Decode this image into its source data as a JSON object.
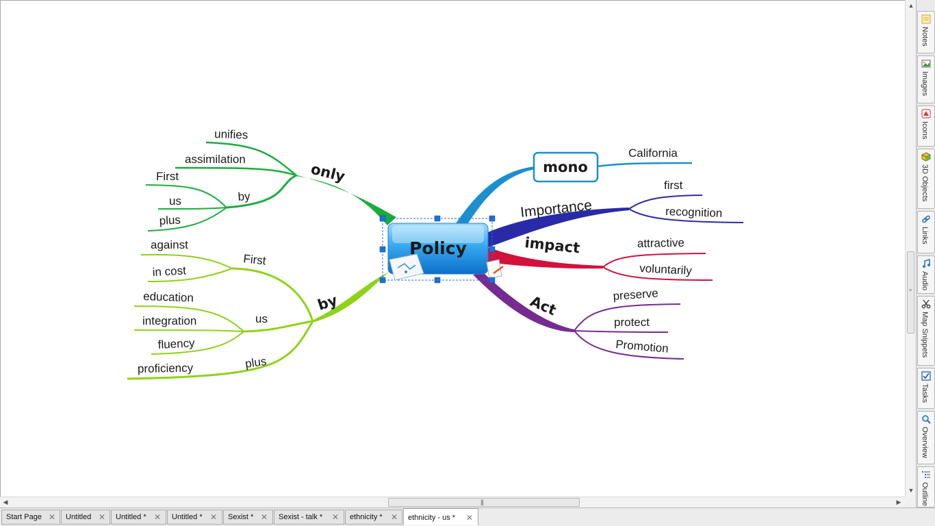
{
  "mindmap": {
    "central": "Policy",
    "branches": {
      "only": "only",
      "by_left": "by",
      "mono": "mono",
      "importance": "Importance",
      "impact": "impact",
      "act": "Act"
    },
    "topics": {
      "unifies": "unifies",
      "assimilation": "assimilation",
      "by_sub": "by",
      "first_a": "First",
      "us_a": "us",
      "plus_a": "plus",
      "first_b": "First",
      "against": "against",
      "in_cost": "in cost",
      "us_b": "us",
      "education": "education",
      "integration": "integration",
      "fluency": "fluency",
      "plus_b": "plus",
      "proficiency": "proficiency",
      "california": "California",
      "first_r": "first",
      "recognition": "recognition",
      "attractive": "attractive",
      "voluntarily": "voluntarily",
      "preserve": "preserve",
      "protect": "protect",
      "promotion": "Promotion"
    }
  },
  "side_panel": {
    "tabs": [
      "Notes",
      "Images",
      "Icons",
      "3D Objects",
      "Links",
      "Audio",
      "Map Snippets",
      "Tasks",
      "Overview",
      "Outline"
    ],
    "icons": [
      "note-icon",
      "image-icon",
      "icons-icon",
      "cube-icon",
      "link-icon",
      "music-note-icon",
      "scissors-icon",
      "checkbox-icon",
      "magnifier-icon",
      "outline-icon"
    ]
  },
  "doc_tabs": [
    {
      "label": "Start Page",
      "active": false
    },
    {
      "label": "Untitled",
      "active": false
    },
    {
      "label": "Untitled *",
      "active": false
    },
    {
      "label": "Untitled *",
      "active": false
    },
    {
      "label": "Sexist *",
      "active": false
    },
    {
      "label": "Sexist - talk  *",
      "active": false
    },
    {
      "label": "ethnicity *",
      "active": false
    },
    {
      "label": "ethnicity - us  *",
      "active": true
    }
  ],
  "colors": {
    "green_dark": "#1aac3c",
    "green_light": "#8ed317",
    "blue": "#1b8fd0",
    "navy": "#2a2aa8",
    "red": "#d2123c",
    "purple": "#762b92",
    "selection": "#1f6fd6"
  }
}
